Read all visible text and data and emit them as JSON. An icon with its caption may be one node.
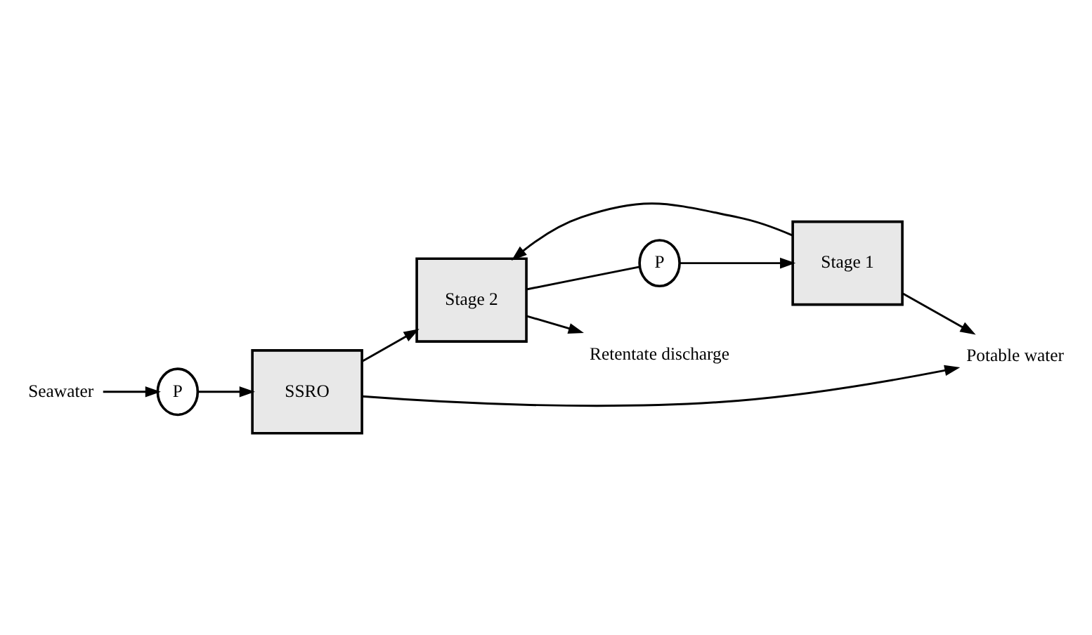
{
  "diagram": {
    "nodes": [
      {
        "text": [
          "Seawater"
        ]
      },
      {
        "text": [
          "P"
        ]
      },
      {
        "text": [
          "SSRO"
        ]
      },
      {
        "text": [
          "Stage 1"
        ]
      },
      {
        "text": [
          "Stage 2"
        ]
      },
      {
        "text": [
          "P"
        ]
      },
      {
        "text": [
          "Retentate discharge"
        ]
      },
      {
        "text": [
          "Potable water"
        ]
      }
    ],
    "edges": [
      {
        "from": 0,
        "to": 1,
        "arrow": "to"
      },
      {
        "from": 1,
        "to": 2,
        "arrow": "to"
      },
      {
        "from": 2,
        "to": 4,
        "arrow": "to"
      },
      {
        "from": 3,
        "to": 4,
        "arrow": "to"
      },
      {
        "from": 4,
        "to": 6,
        "arrow": "to"
      },
      {
        "from": 2,
        "to": 7,
        "arrow": "to"
      },
      {
        "from": 3,
        "to": 7,
        "arrow": "to"
      },
      {
        "from": 4,
        "to": 5,
        "arrow": "none"
      },
      {
        "from": 5,
        "to": 3,
        "arrow": "to"
      }
    ]
  }
}
